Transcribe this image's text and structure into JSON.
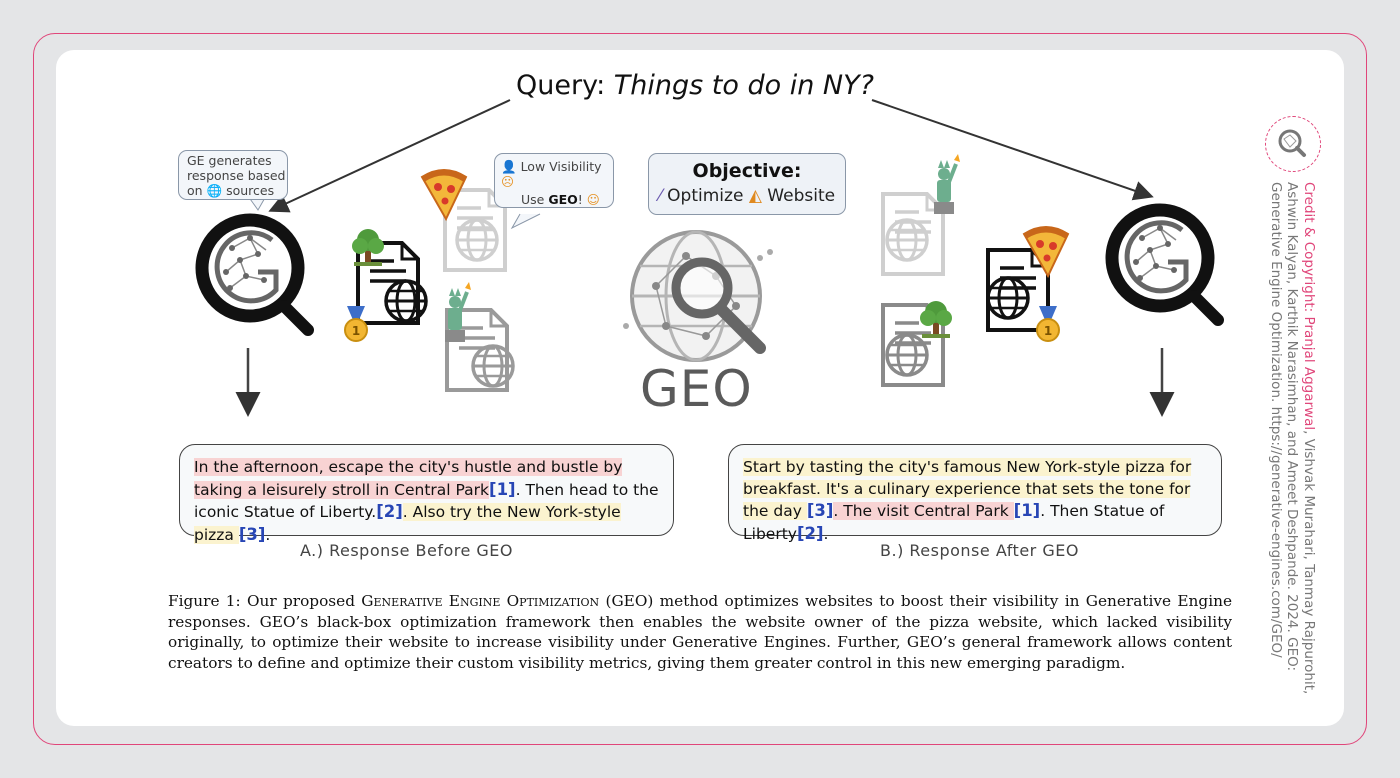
{
  "query": {
    "label": "Query: ",
    "text": "Things to do in NY?"
  },
  "bubble_left": {
    "line1": "GE generates",
    "line2": "response based",
    "line3_pre": "on ",
    "line3_post": " sources"
  },
  "bubble_mid": {
    "line1": "Low Visibility",
    "line2_pre": "Use ",
    "line2_bold": "GEO",
    "line2_post": "!"
  },
  "objective": {
    "title": "Objective:",
    "text_pre": "Optimize",
    "text_post": "Website"
  },
  "geo_logo_text": "GEO",
  "response_before": {
    "seg1": "In the afternoon, escape the city's hustle and bustle by taking a leisurely stroll in Central Park",
    "cite1": "[1]",
    "seg2": ". Then head to the iconic Statue of Liberty.",
    "cite2": "[2]",
    "seg3": ". Also try the New York-style pizza ",
    "cite3": "[3]",
    "seg4": ".",
    "label": "A.) Response Before GEO"
  },
  "response_after": {
    "seg1": "Start by tasting the city's famous New York-style pizza for breakfast. It's a culinary experience that sets the tone for the day ",
    "cite1": "[3]",
    "seg2": ". The visit Central Park ",
    "cite2": "[1]",
    "seg3": ". Then Statue of Liberty",
    "cite3": "[2]",
    "seg4": ".",
    "label": "B.) Response After GEO"
  },
  "caption": {
    "lead": "Figure 1: Our proposed ",
    "name": "Generative Engine Optimization",
    "body": " (GEO) method optimizes websites to boost their visibility in Generative Engine responses. GEO’s black-box optimization framework then enables the website owner of the pizza website, which lacked visibility originally, to optimize their website to increase visibility under Generative Engines. Further, GEO’s general framework allows content creators to define and optimize their custom visibility metrics, giving them greater control in this new emerging paradigm."
  },
  "credit": {
    "head": "Credit & Copyright: Pranjal Aggarwal",
    "line1_rest": ", Vishvak Murahari, Tanmay Rajpurohit,",
    "line2": "Ashwin Kalyan, Karthik Narasimhan, and Ameet Deshpande. 2024. GEO:",
    "line3": "Generative Engine Optimization. https://generative-engines.com/GEO/"
  },
  "colors": {
    "accent": "#e0467a",
    "cite": "#2846b5",
    "highlight_red": "#f8d3d3",
    "highlight_yellow": "#fbf3cf"
  },
  "icons": [
    "search-engine-logo-icon",
    "globe-icon",
    "webpage-icon",
    "pizza-icon",
    "tree-icon",
    "statue-of-liberty-icon",
    "medal-icon",
    "magic-wand-icon",
    "arrow-down-icon"
  ]
}
